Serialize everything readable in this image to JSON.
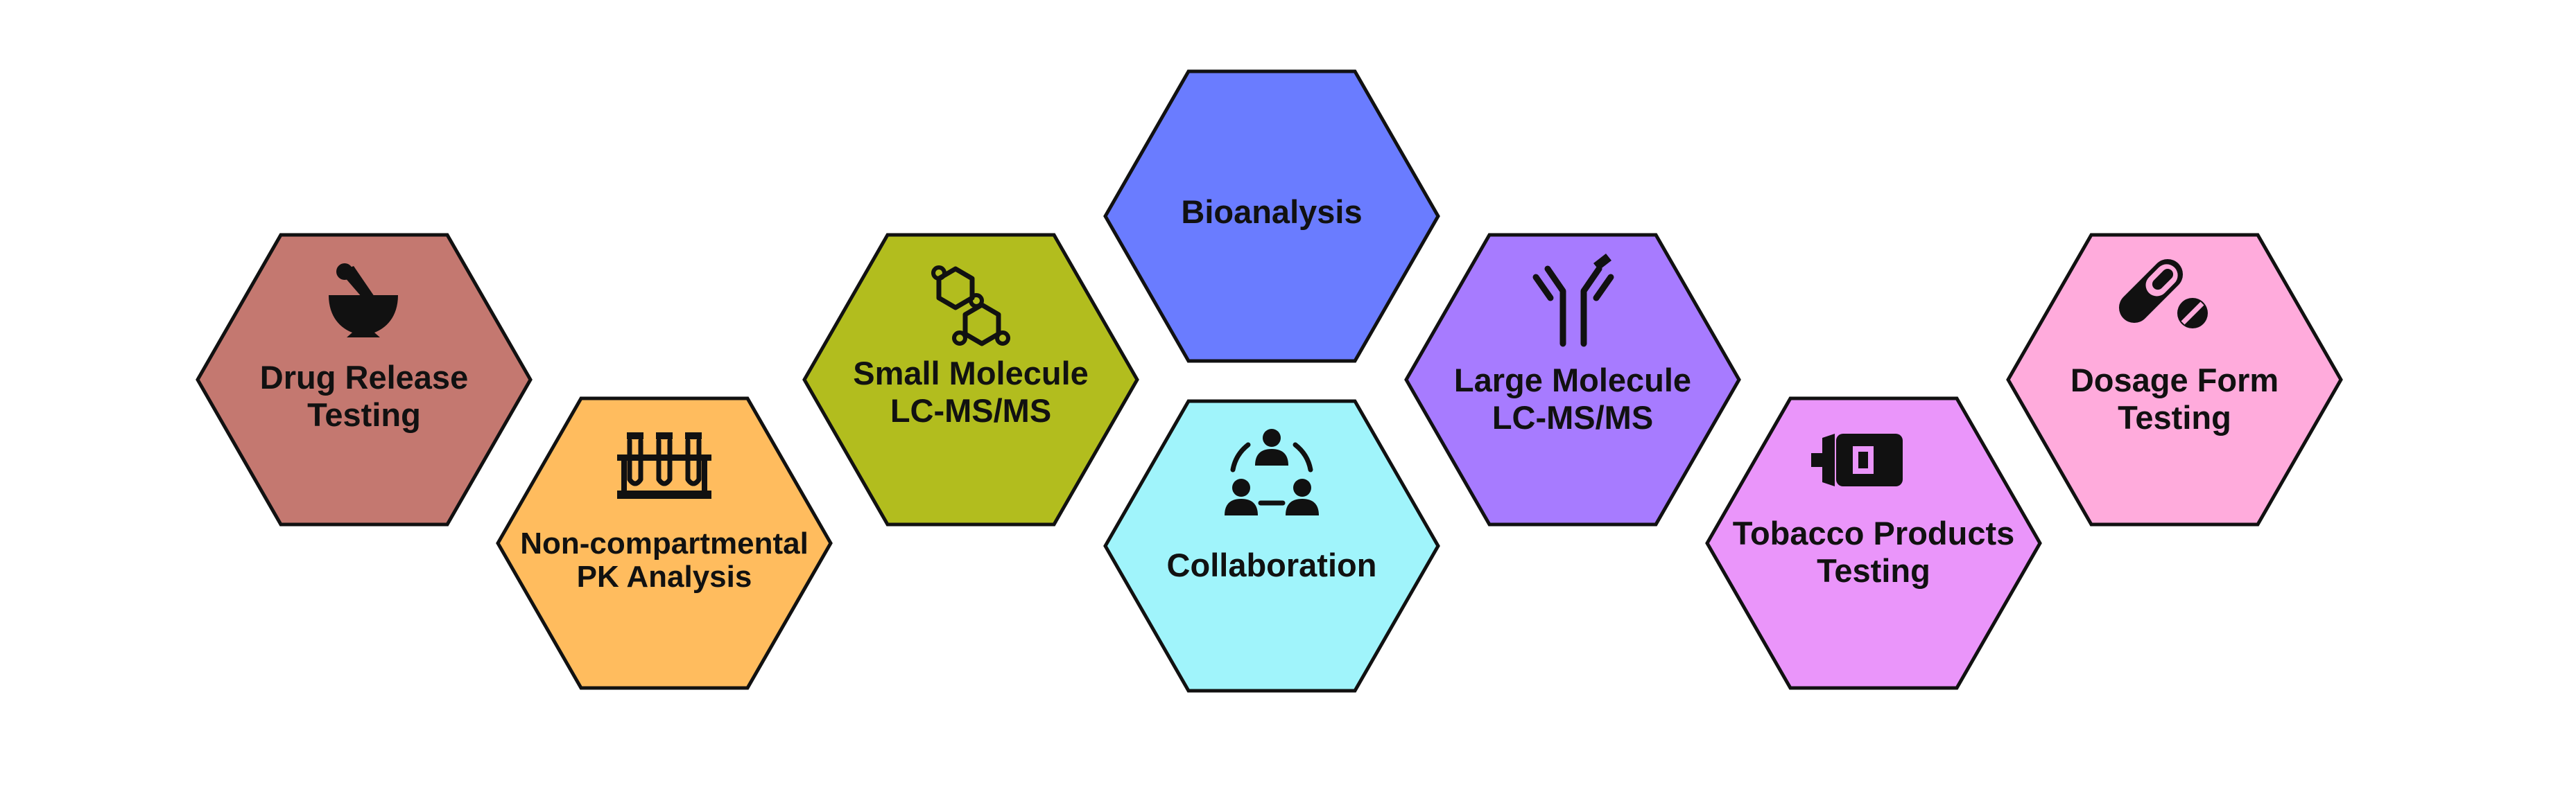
{
  "hexagons": [
    {
      "label_lines": [
        "Drug Release",
        "Testing"
      ],
      "color": "#c47870",
      "icon": "mortar-pestle-icon"
    },
    {
      "label_lines": [
        "Non-compartmental",
        "PK Analysis"
      ],
      "color": "#ffbc5e",
      "icon": "test-tubes-icon"
    },
    {
      "label_lines": [
        "Small Molecule",
        "LC-MS/MS"
      ],
      "color": "#b2bd1e",
      "icon": "molecule-icon"
    },
    {
      "label_lines": [
        "Bioanalysis"
      ],
      "color": "#6a7cff",
      "icon": ""
    },
    {
      "label_lines": [
        "Collaboration"
      ],
      "color": "#a0f4fb",
      "icon": "people-network-icon"
    },
    {
      "label_lines": [
        "Large Molecule",
        "LC-MS/MS"
      ],
      "color": "#a77bff",
      "icon": "antibody-icon"
    },
    {
      "label_lines": [
        "Tobacco Products",
        "Testing"
      ],
      "color": "#ea95fa",
      "icon": "vape-device-icon"
    },
    {
      "label_lines": [
        "Dosage Form",
        "Testing"
      ],
      "color": "#ffabdc",
      "icon": "pill-capsule-icon"
    }
  ]
}
